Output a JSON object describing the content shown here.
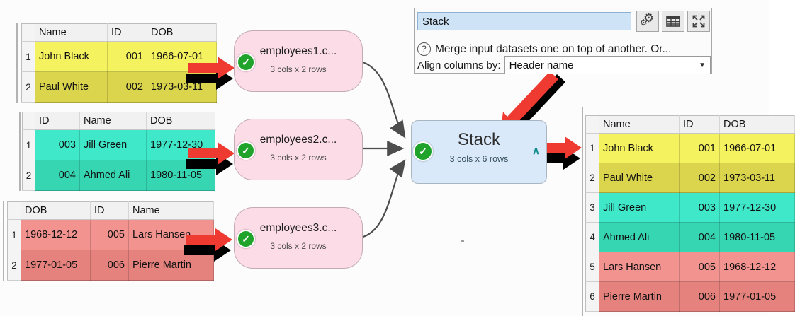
{
  "panel": {
    "title_value": "Stack",
    "description": "Merge input datasets one on top of another. Or...",
    "align_label": "Align columns by:",
    "align_value": "Header name",
    "buttons": [
      "gear-icon",
      "grid-icon",
      "expand-icon"
    ]
  },
  "nodes": [
    {
      "title": "employees1.c...",
      "subtitle": "3 cols x 2 rows"
    },
    {
      "title": "employees2.c...",
      "subtitle": "3 cols x 2 rows"
    },
    {
      "title": "employees3.c...",
      "subtitle": "3 cols x 2 rows"
    }
  ],
  "stack_node": {
    "title": "Stack",
    "subtitle": "3 cols x 6 rows",
    "collapse_glyph": "∧",
    "check_glyph": "✓"
  },
  "tables": [
    {
      "id": "input1",
      "columns": [
        "Name",
        "ID",
        "DOB"
      ],
      "align": [
        "left",
        "right",
        "left"
      ],
      "rows": [
        {
          "num": "1",
          "cells": [
            "John Black",
            "001",
            "1966-07-01"
          ],
          "color": "yellow_bright"
        },
        {
          "num": "2",
          "cells": [
            "Paul White",
            "002",
            "1973-03-11"
          ],
          "color": "yellow_dark"
        }
      ]
    },
    {
      "id": "input2",
      "columns": [
        "ID",
        "Name",
        "DOB"
      ],
      "align": [
        "right",
        "left",
        "left"
      ],
      "rows": [
        {
          "num": "1",
          "cells": [
            "003",
            "Jill Green",
            "1977-12-30"
          ],
          "color": "teal_bright"
        },
        {
          "num": "2",
          "cells": [
            "004",
            "Ahmed Ali",
            "1980-11-05"
          ],
          "color": "teal_dark"
        }
      ]
    },
    {
      "id": "input3",
      "columns": [
        "DOB",
        "ID",
        "Name"
      ],
      "align": [
        "left",
        "right",
        "left"
      ],
      "rows": [
        {
          "num": "1",
          "cells": [
            "1968-12-12",
            "005",
            "Lars Hansen"
          ],
          "color": "red_bright"
        },
        {
          "num": "2",
          "cells": [
            "1977-01-05",
            "006",
            "Pierre Martin"
          ],
          "color": "red_dark"
        }
      ]
    },
    {
      "id": "output",
      "columns": [
        "Name",
        "ID",
        "DOB"
      ],
      "align": [
        "left",
        "right",
        "left"
      ],
      "rows": [
        {
          "num": "1",
          "cells": [
            "John Black",
            "001",
            "1966-07-01"
          ],
          "color": "yellow_bright"
        },
        {
          "num": "2",
          "cells": [
            "Paul White",
            "002",
            "1973-03-11"
          ],
          "color": "yellow_dark"
        },
        {
          "num": "3",
          "cells": [
            "Jill Green",
            "003",
            "1977-12-30"
          ],
          "color": "teal_bright"
        },
        {
          "num": "4",
          "cells": [
            "Ahmed Ali",
            "004",
            "1980-11-05"
          ],
          "color": "teal_dark"
        },
        {
          "num": "5",
          "cells": [
            "Lars Hansen",
            "005",
            "1968-12-12"
          ],
          "color": "red_bright"
        },
        {
          "num": "6",
          "cells": [
            "Pierre Martin",
            "006",
            "1977-01-05"
          ],
          "color": "red_dark"
        }
      ]
    }
  ],
  "colors": {
    "yellow_bright": "#f5f25f",
    "yellow_dark": "#dad54d",
    "teal_bright": "#3ee8c9",
    "teal_dark": "#37d6b3",
    "red_bright": "#f29390",
    "red_dark": "#e5827e",
    "node_pink": "#fbdce7",
    "node_blue": "#d9e9fa",
    "check_green": "#1fa32b",
    "arrow_red": "#ee3a30",
    "connector": "#4d4d4d"
  }
}
